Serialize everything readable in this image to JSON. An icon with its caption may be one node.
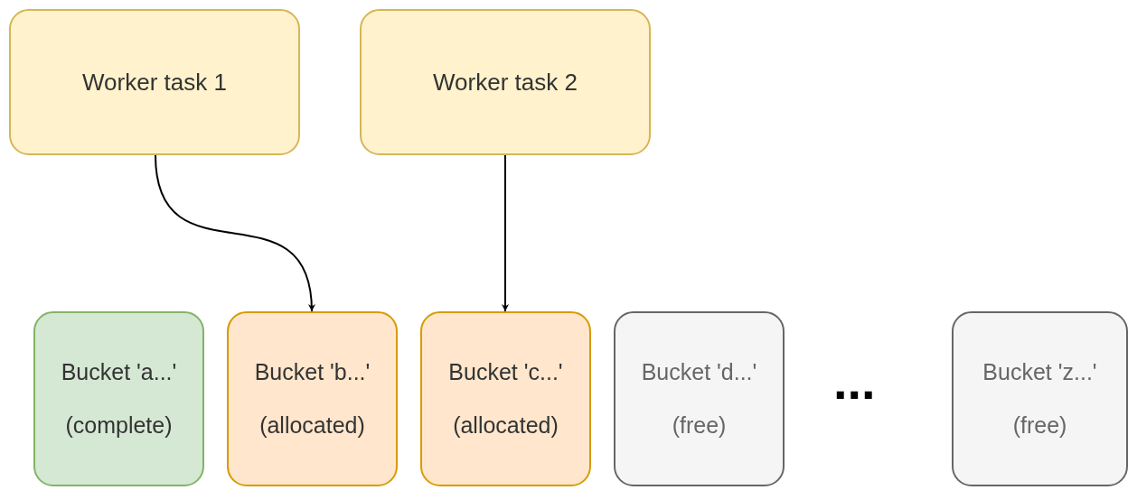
{
  "diagram": {
    "nodes": [
      {
        "text": [
          "Worker task 1"
        ]
      },
      {
        "text": [
          "Worker task 2"
        ]
      },
      {
        "text": [
          "Bucket 'a...'",
          "(complete)"
        ]
      },
      {
        "text": [
          "Bucket 'b...'",
          "(allocated)"
        ]
      },
      {
        "text": [
          "Bucket 'c...'",
          "(allocated)"
        ]
      },
      {
        "text": [
          "Bucket 'd...'",
          "(free)"
        ]
      },
      {
        "text": [
          "Bucket 'z...'",
          "(free)"
        ]
      }
    ],
    "edges": [
      {
        "from": 0,
        "to": 3,
        "arrow": "to"
      },
      {
        "from": 1,
        "to": 4,
        "arrow": "to"
      }
    ],
    "labels": [
      "..."
    ]
  }
}
